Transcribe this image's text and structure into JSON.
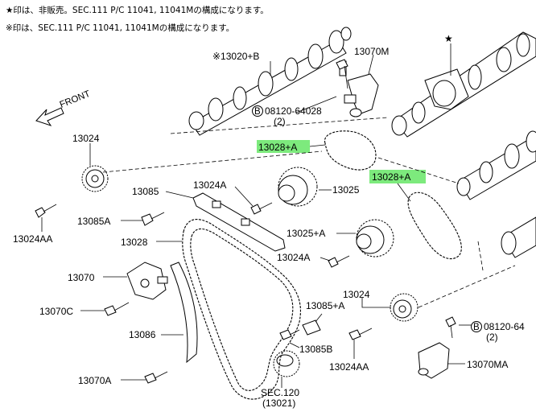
{
  "notes": {
    "note1": "★印は、非販売。SEC.111 P/C 11041, 11041Mの構成になります。",
    "note2": "※印は、SEC.111 P/C 11041, 11041Mの構成になります。"
  },
  "front_label": "FRONT",
  "highlight_color": "#7dea7d",
  "labels": {
    "p13020b": "※13020+B",
    "p13070m": "13070M",
    "bolt_left_code": "08120-64028",
    "bolt_left_qty": "(2)",
    "bolt_left_mark": "B",
    "p13028a_1": "13028+A",
    "p13028a_2": "13028+A",
    "star": "★",
    "p13024_top": "13024",
    "p13085": "13085",
    "p13024a_top": "13024A",
    "p13025": "13025",
    "p13085a": "13085A",
    "p13024aa_left": "13024AA",
    "p13028": "13028",
    "p13025a": "13025+A",
    "p13024a_mid": "13024A",
    "p13070": "13070",
    "p13024_right": "13024",
    "p13085a_plus": "13085+A",
    "p13070c": "13070C",
    "bolt_right_code": "08120-64",
    "bolt_right_qty": "(2)",
    "bolt_right_mark": "B",
    "p13086": "13086",
    "p13085b": "13085B",
    "p13024aa_right": "13024AA",
    "p13070ma": "13070MA",
    "p13070a": "13070A",
    "sec120": "SEC.120",
    "sec120_sub": "(13021)"
  }
}
